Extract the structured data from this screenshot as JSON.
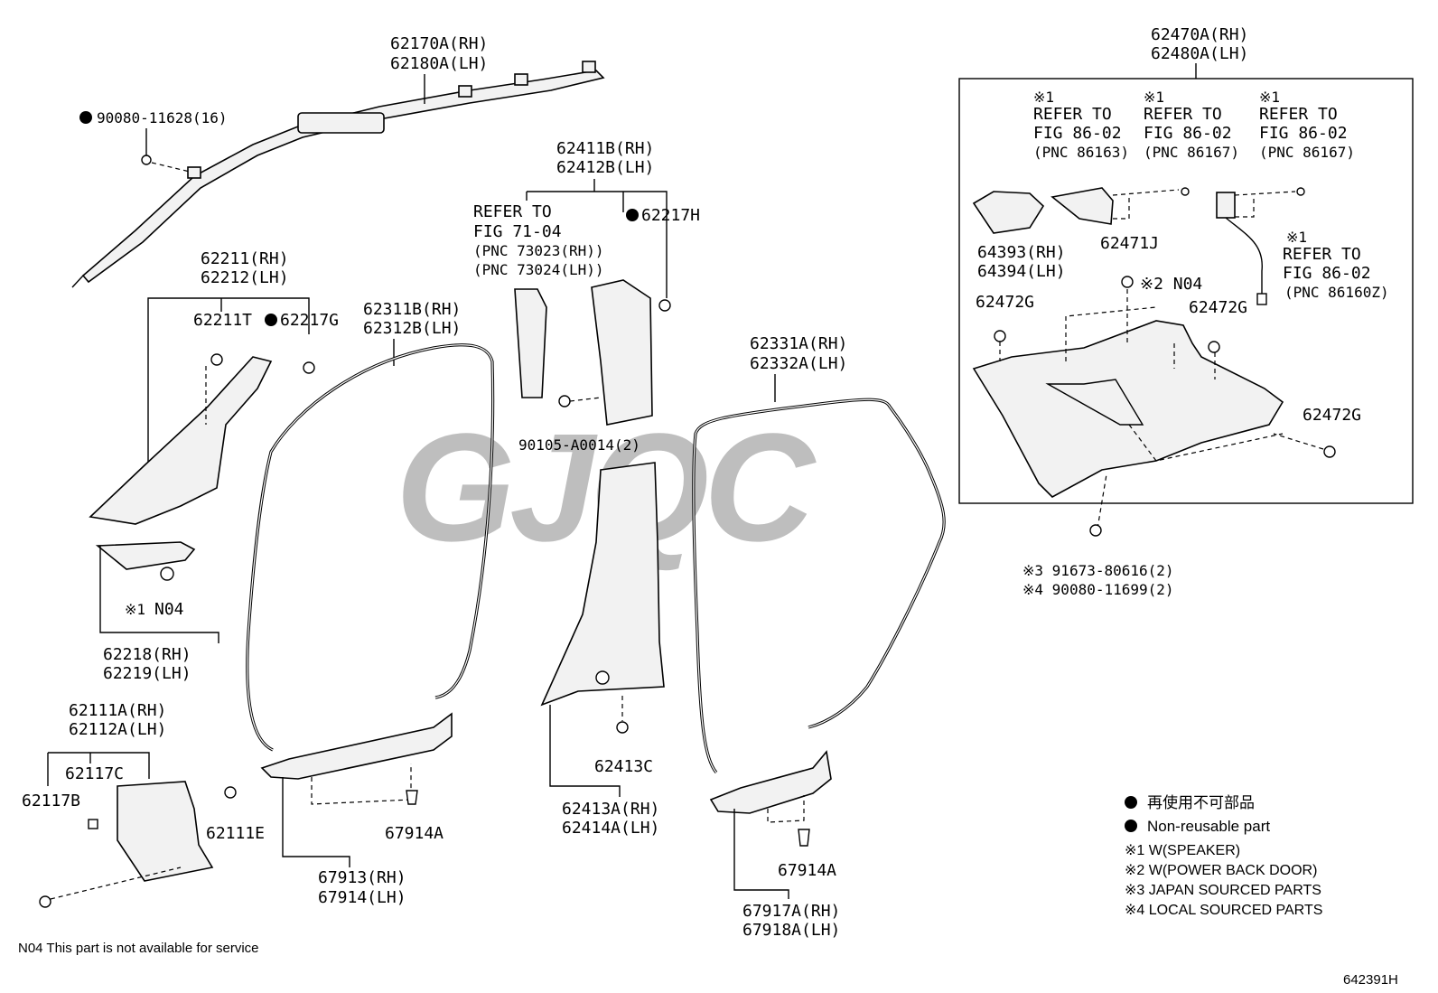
{
  "watermark": "GJQC",
  "callouts": {
    "airbag": [
      "62170A(RH)",
      "62180A(LH)"
    ],
    "airbag_bolt": "90080-11628(16)",
    "pillar_a": [
      "62211(RH)",
      "62212(LH)"
    ],
    "pillar_a_clip": "62211T",
    "pillar_a_pin": "62217G",
    "speaker_cover": [
      "62218(RH)",
      "62219(LH)"
    ],
    "speaker_note": "※1",
    "speaker_n04": "N04",
    "cowl": [
      "62111A(RH)",
      "62112A(LH)"
    ],
    "cowl_clip_c": "62117C",
    "cowl_clip_b": "62117B",
    "cowl_clip_e": "62111E",
    "front_weather": [
      "62311B(RH)",
      "62312B(LH)"
    ],
    "front_scuff": [
      "67913(RH)",
      "67914(LH)"
    ],
    "front_scuff_clip": "67914A",
    "pillar_b": [
      "62411B(RH)",
      "62412B(LH)"
    ],
    "refer_71": [
      "REFER TO",
      "FIG 71-04",
      "(PNC 73023(RH))",
      "(PNC 73024(LH))"
    ],
    "pillar_b_pin": "62217H",
    "pillar_b_bolt": "90105-A0014(2)",
    "pillar_b_lower": [
      "62413A(RH)",
      "62414A(LH)"
    ],
    "pillar_b_clip": "62413C",
    "rear_weather": [
      "62331A(RH)",
      "62332A(LH)"
    ],
    "rear_scuff": [
      "67917A(RH)",
      "67918A(LH)"
    ],
    "rear_scuff_clip": "67914A",
    "quarter": [
      "62470A(RH)",
      "62480A(LH)"
    ],
    "refer_a": [
      "※1",
      "REFER TO",
      "FIG 86-02",
      "(PNC 86163)"
    ],
    "refer_b": [
      "※1",
      "REFER TO",
      "FIG 86-02",
      "(PNC 86167)"
    ],
    "refer_c": [
      "※1",
      "REFER TO",
      "FIG 86-02",
      "(PNC 86167)"
    ],
    "refer_d": [
      "※1",
      "REFER TO",
      "FIG 86-02",
      "(PNC 86160Z)"
    ],
    "grille": [
      "64393(RH)",
      "64394(LH)"
    ],
    "quarter_clip_j": "62471J",
    "quarter_n04": "※2 N04",
    "quarter_clip_g1": "62472G",
    "quarter_clip_g2": "62472G",
    "quarter_clip_g3": "62472G",
    "quarter_bolt": [
      "※3 91673-80616(2)",
      "※4 90080-11699(2)"
    ]
  },
  "legend": {
    "nonreusable_jp": "再使用不可部品",
    "nonreusable_en": "Non-reusable part",
    "note1": "※1 W(SPEAKER)",
    "note2": "※2 W(POWER BACK DOOR)",
    "note3": "※3 JAPAN SOURCED PARTS",
    "note4": "※4 LOCAL SOURCED PARTS"
  },
  "footer": {
    "n04_note": "N04 This part is not available for service",
    "figure_id": "642391H"
  }
}
